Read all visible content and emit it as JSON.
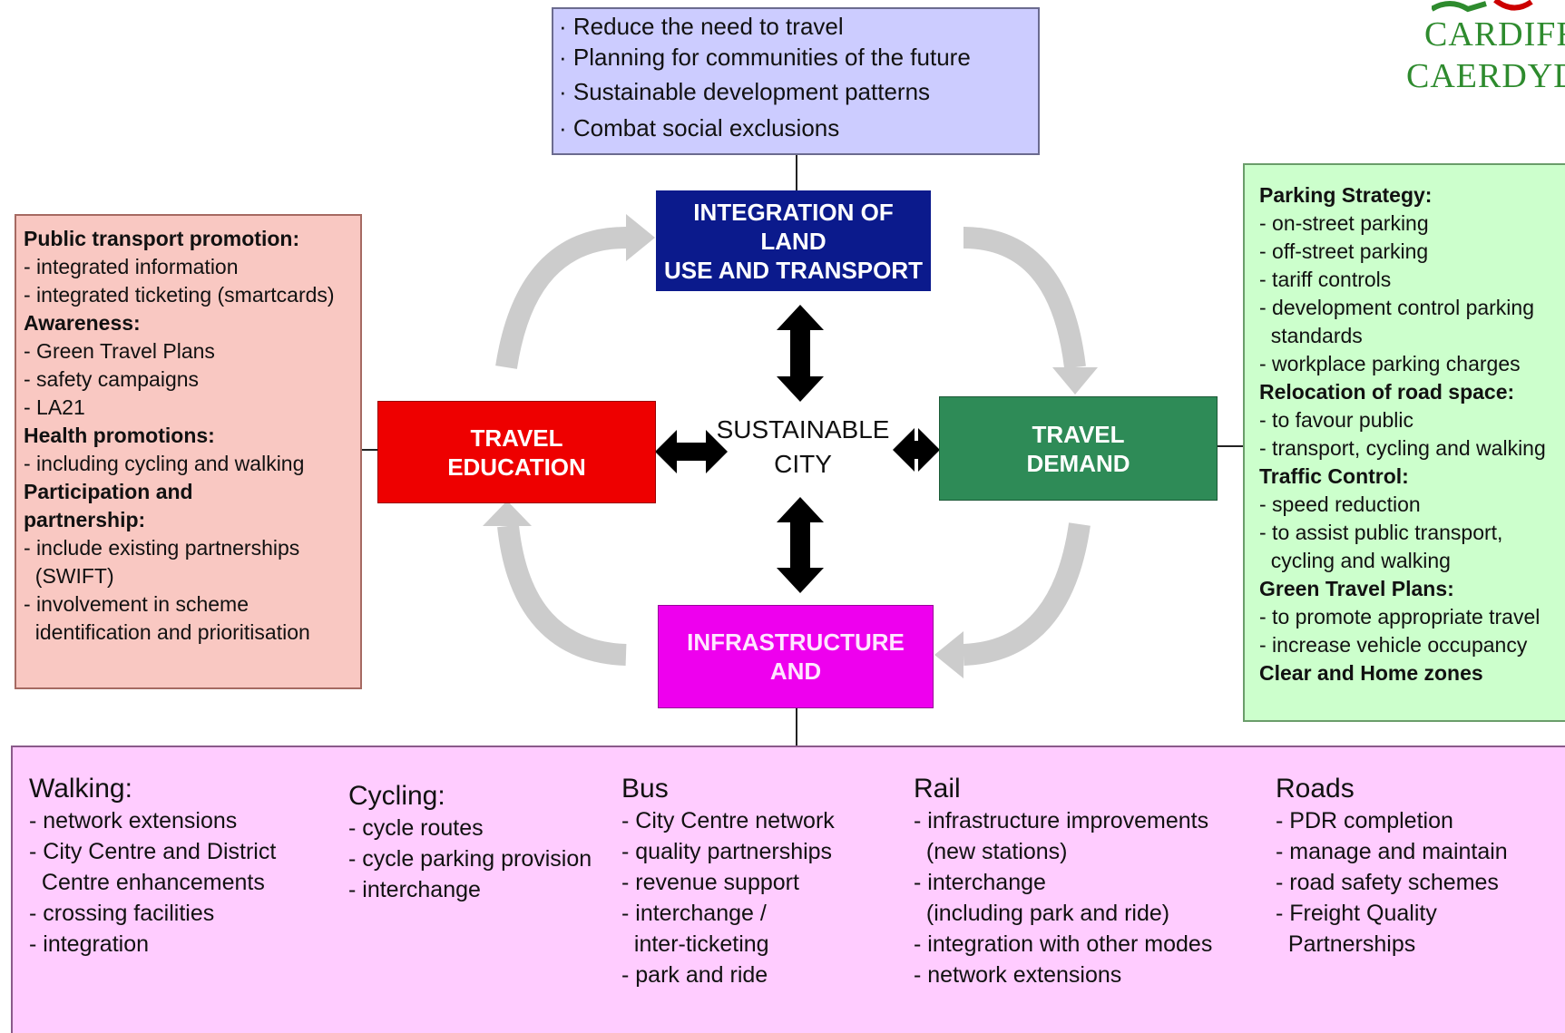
{
  "logo": {
    "line1": "CARDIFF",
    "line2": "CAERDYDD"
  },
  "top_box": {
    "items": [
      "· Reduce the need to travel",
      "· Planning for communities of the future",
      "· Sustainable development patterns",
      "· Combat social exclusions"
    ]
  },
  "nodes": {
    "integration": {
      "line1": "INTEGRATION OF",
      "line2": "LAND",
      "line3": "USE AND TRANSPORT"
    },
    "education": {
      "line1": "TRAVEL",
      "line2": "EDUCATION"
    },
    "demand": {
      "line1": "TRAVEL",
      "line2": "DEMAND"
    },
    "infrastructure": {
      "line1": "INFRASTRUCTURE",
      "line2": "AND"
    },
    "center": {
      "line1": "SUSTAINABLE",
      "line2": "CITY"
    }
  },
  "left_box": {
    "lines": [
      {
        "t": "Public transport promotion:",
        "bold": true
      },
      {
        "t": "- integrated information"
      },
      {
        "t": "- integrated ticketing (smartcards)"
      },
      {
        "t": "Awareness:",
        "bold": true
      },
      {
        "t": "- Green Travel Plans"
      },
      {
        "t": "- safety campaigns"
      },
      {
        "t": "- LA21"
      },
      {
        "t": "Health promotions:",
        "bold": true
      },
      {
        "t": "- including cycling and walking"
      },
      {
        "t": "Participation and",
        "bold": true
      },
      {
        "t": "partnership:",
        "bold": true
      },
      {
        "t": "- include existing partnerships"
      },
      {
        "t": "  (SWIFT)"
      },
      {
        "t": "- involvement in scheme"
      },
      {
        "t": "  identification and prioritisation"
      }
    ]
  },
  "right_box": {
    "lines": [
      {
        "t": "Parking Strategy:",
        "bold": true
      },
      {
        "t": "- on-street parking"
      },
      {
        "t": "- off-street parking"
      },
      {
        "t": "- tariff controls"
      },
      {
        "t": "- development control parking"
      },
      {
        "t": "  standards"
      },
      {
        "t": "- workplace parking charges"
      },
      {
        "t": "Relocation of road space:",
        "bold": true
      },
      {
        "t": "- to favour public"
      },
      {
        "t": "- transport, cycling and walking"
      },
      {
        "t": "Traffic Control:",
        "bold": true
      },
      {
        "t": "- speed reduction"
      },
      {
        "t": "- to assist public transport,"
      },
      {
        "t": "  cycling and walking"
      },
      {
        "t": "Green Travel Plans:",
        "bold": true
      },
      {
        "t": "- to promote appropriate travel"
      },
      {
        "t": "- increase vehicle occupancy"
      },
      {
        "t": "Clear and Home zones",
        "bold": true
      }
    ]
  },
  "bottom_box": {
    "walking": {
      "heading": "Walking:",
      "items": [
        "- network extensions",
        "- City Centre and District",
        "  Centre enhancements",
        "- crossing facilities",
        "- integration"
      ]
    },
    "cycling": {
      "heading": "Cycling:",
      "items": [
        "- cycle routes",
        "- cycle parking provision",
        "- interchange"
      ]
    },
    "bus": {
      "heading": "Bus",
      "items": [
        "- City Centre network",
        "- quality partnerships",
        "- revenue support",
        "- interchange /",
        "  inter-ticketing",
        "- park and ride"
      ]
    },
    "rail": {
      "heading": "Rail",
      "items": [
        "- infrastructure improvements",
        "  (new stations)",
        "- interchange",
        "  (including park and ride)",
        "- integration with other modes",
        "- network extensions"
      ]
    },
    "roads": {
      "heading": "Roads",
      "items": [
        "- PDR completion",
        "- manage and maintain",
        "- road safety schemes",
        "- Freight Quality",
        "  Partnerships"
      ]
    }
  },
  "colors": {
    "integration": "#0b1a8c",
    "education": "#ee0000",
    "demand": "#2e8b57",
    "infrastructure": "#ee00ee",
    "cycle_arrows": "#cccccc"
  }
}
